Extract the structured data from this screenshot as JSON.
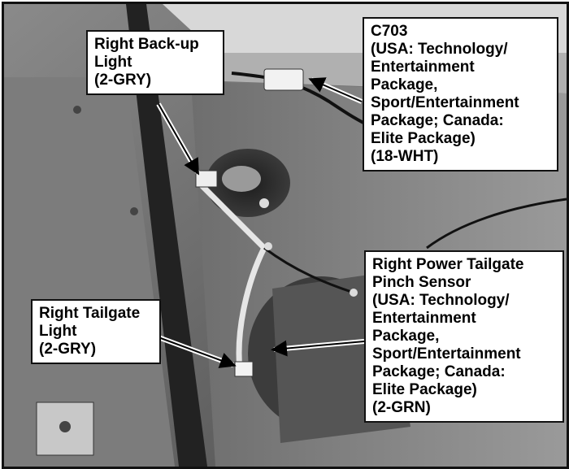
{
  "callouts": {
    "backup_light": {
      "lines": [
        "Right Back-up",
        "Light",
        "(2-GRY)"
      ]
    },
    "c703": {
      "lines": [
        "C703",
        "(USA: Technology/",
        "Entertainment",
        "Package,",
        "Sport/Entertainment",
        "Package; Canada:",
        "Elite Package)",
        "(18-WHT)"
      ]
    },
    "tailgate_light": {
      "lines": [
        "Right Tailgate",
        "Light",
        "(2-GRY)"
      ]
    },
    "pinch_sensor": {
      "lines": [
        "Right Power Tailgate",
        "Pinch Sensor",
        "(USA: Technology/",
        "Entertainment",
        "Package,",
        "Sport/Entertainment",
        "Package; Canada:",
        "Elite Package)",
        "(2-GRN)"
      ]
    }
  },
  "colors": {
    "callout_bg": "#ffffff",
    "callout_border": "#111111",
    "photo_base": "#5a5a5a"
  }
}
